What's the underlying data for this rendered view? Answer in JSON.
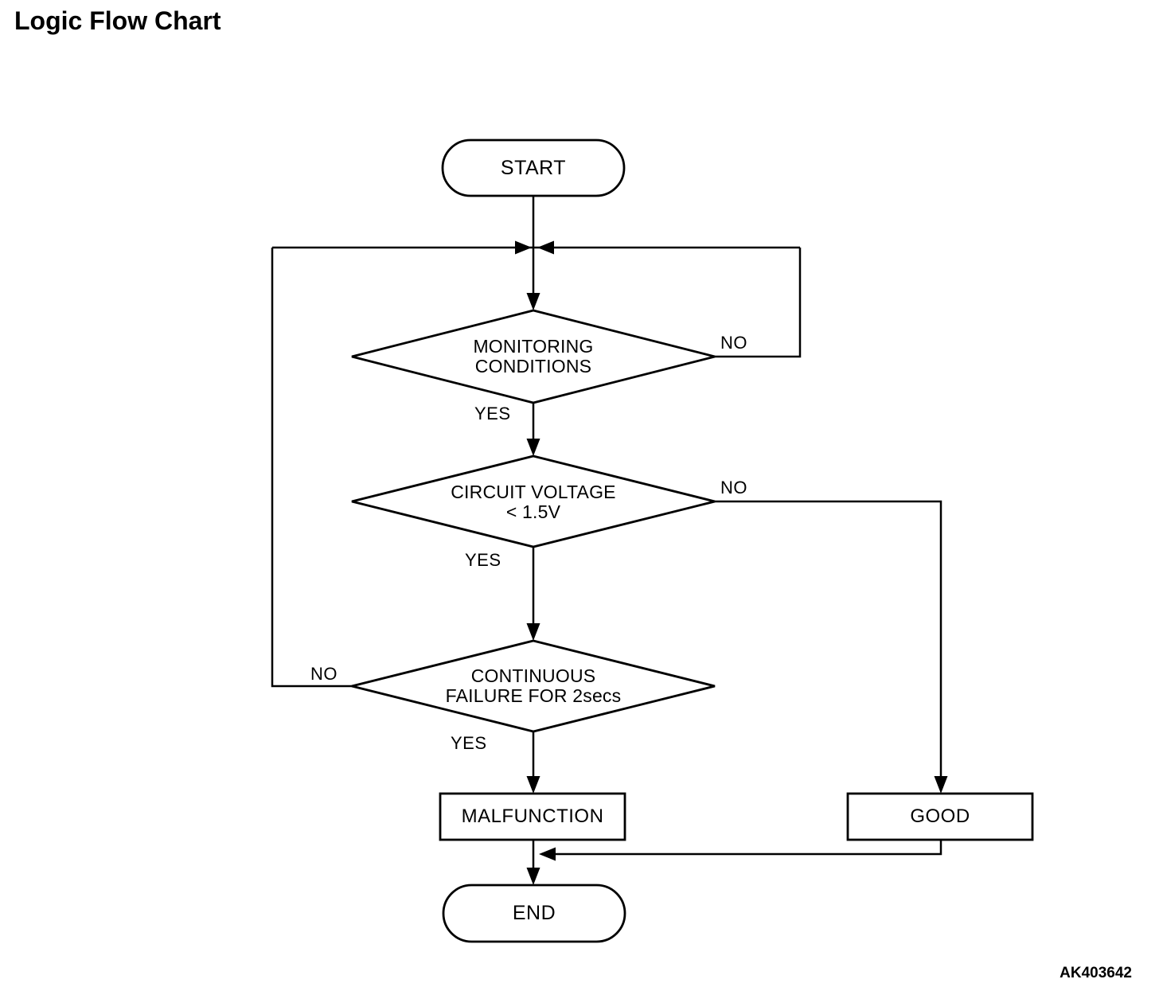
{
  "title": "Logic Flow Chart",
  "figure_code": "AK403642",
  "colors": {
    "line": "#000000",
    "background": "#ffffff",
    "text": "#000000"
  },
  "nodes": {
    "start": {
      "type": "terminator",
      "label": "START"
    },
    "monitoring": {
      "type": "decision",
      "line1": "MONITORING",
      "line2": "CONDITIONS"
    },
    "voltage": {
      "type": "decision",
      "line1": "CIRCUIT VOLTAGE",
      "line2": "< 1.5V"
    },
    "failure": {
      "type": "decision",
      "line1": "CONTINUOUS",
      "line2": "FAILURE FOR 2secs"
    },
    "malfunction": {
      "type": "process",
      "label": "MALFUNCTION"
    },
    "good": {
      "type": "process",
      "label": "GOOD"
    },
    "end": {
      "type": "terminator",
      "label": "END"
    }
  },
  "edge_labels": {
    "monitoring_no": "NO",
    "monitoring_yes": "YES",
    "voltage_no": "NO",
    "voltage_yes": "YES",
    "failure_no": "NO",
    "failure_yes": "YES"
  }
}
